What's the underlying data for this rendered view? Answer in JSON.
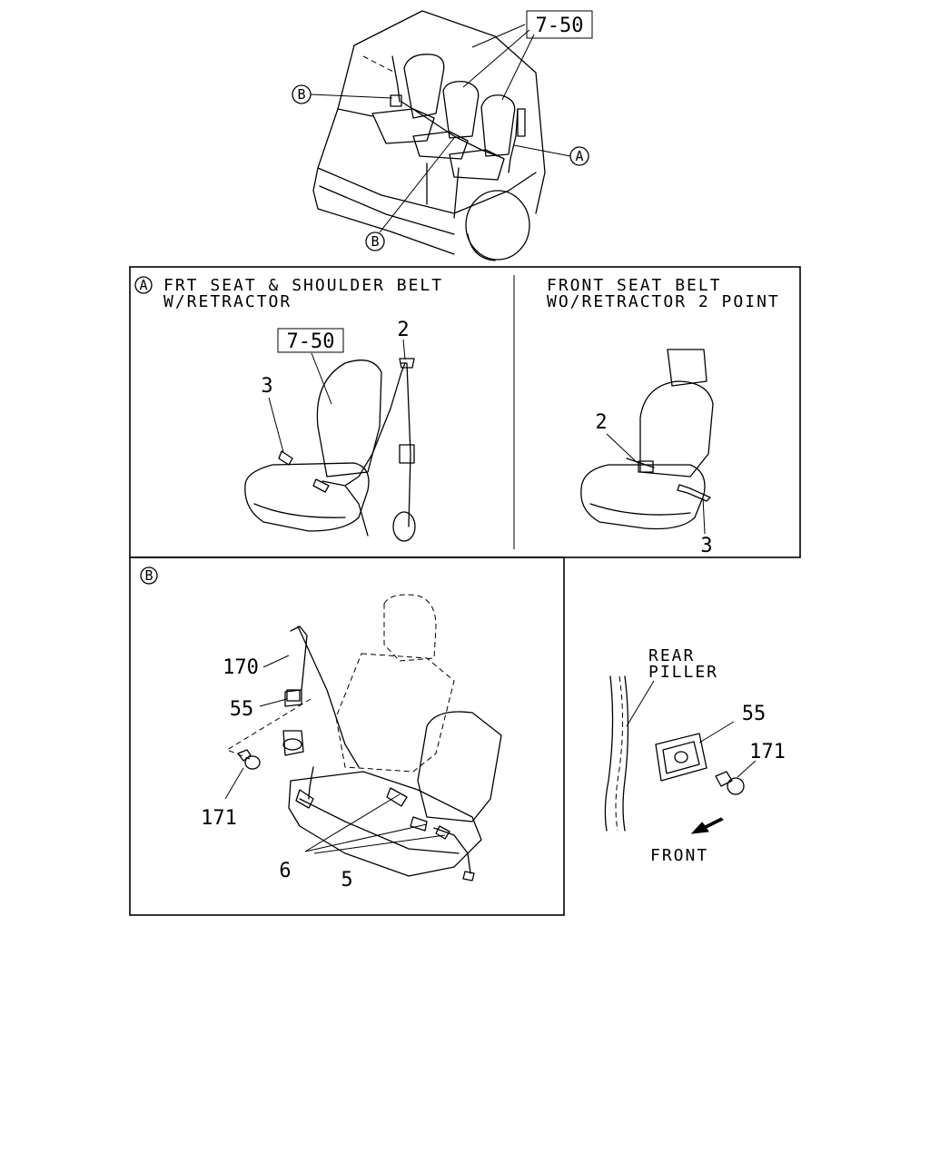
{
  "overview": {
    "ref_box": "7-50",
    "callout_a": "A",
    "callout_b": "B"
  },
  "panel_a": {
    "marker": "A",
    "title_line1": "FRT SEAT & SHOULDER BELT",
    "title_line2": "W/RETRACTOR",
    "ref_box": "7-50",
    "part_2": "2",
    "part_3": "3"
  },
  "panel_a_right": {
    "title_line1": "FRONT SEAT BELT",
    "title_line2": "WO/RETRACTOR 2 POINT",
    "part_2": "2",
    "part_3": "3"
  },
  "panel_b": {
    "marker": "B",
    "part_170": "170",
    "part_55": "55",
    "part_171": "171",
    "part_6": "6",
    "part_5": "5"
  },
  "pillar_detail": {
    "label_line1": "REAR",
    "label_line2": "PILLER",
    "part_55": "55",
    "part_171": "171",
    "front_label": "FRONT"
  }
}
